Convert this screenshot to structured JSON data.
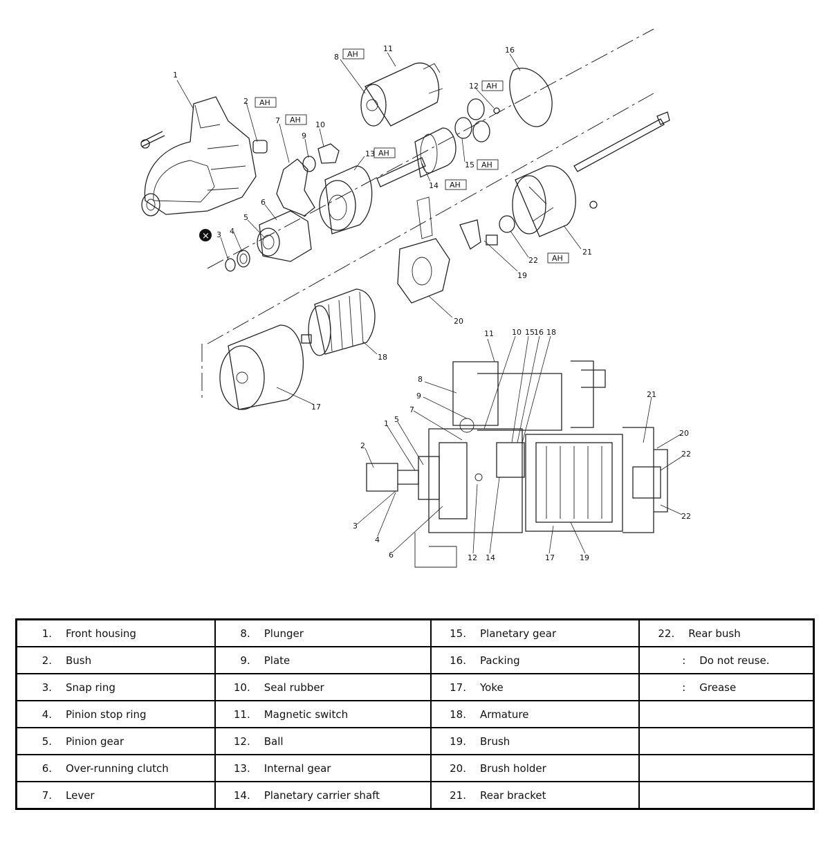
{
  "diagram": {
    "exploded_callouts": [
      "1",
      "2",
      "3",
      "4",
      "5",
      "6",
      "7",
      "8",
      "9",
      "10",
      "11",
      "12",
      "13",
      "14",
      "15",
      "16",
      "17",
      "18",
      "19",
      "20",
      "21",
      "22"
    ],
    "section_callouts": [
      "1",
      "2",
      "3",
      "4",
      "5",
      "6",
      "7",
      "8",
      "9",
      "10",
      "11",
      "12",
      "14",
      "15",
      "16",
      "17",
      "18",
      "19",
      "20",
      "21",
      "22"
    ],
    "symbol_grease": "AH",
    "symbol_no_reuse": "×"
  },
  "legend": {
    "rows": [
      [
        {
          "n": "1.",
          "t": "Front housing"
        },
        {
          "n": "8.",
          "t": "Plunger"
        },
        {
          "n": "15.",
          "t": "Planetary gear"
        },
        {
          "n": "22.",
          "t": "Rear bush"
        }
      ],
      [
        {
          "n": "2.",
          "t": "Bush"
        },
        {
          "n": "9.",
          "t": "Plate"
        },
        {
          "n": "16.",
          "t": "Packing"
        },
        {
          "s": ":",
          "t": "Do not reuse."
        }
      ],
      [
        {
          "n": "3.",
          "t": "Snap ring"
        },
        {
          "n": "10.",
          "t": "Seal rubber"
        },
        {
          "n": "17.",
          "t": "Yoke"
        },
        {
          "s": ":",
          "t": "Grease"
        }
      ],
      [
        {
          "n": "4.",
          "t": "Pinion stop ring"
        },
        {
          "n": "11.",
          "t": "Magnetic switch"
        },
        {
          "n": "18.",
          "t": "Armature"
        },
        {}
      ],
      [
        {
          "n": "5.",
          "t": "Pinion gear"
        },
        {
          "n": "12.",
          "t": "Ball"
        },
        {
          "n": "19.",
          "t": "Brush"
        },
        {}
      ],
      [
        {
          "n": "6.",
          "t": "Over-running clutch"
        },
        {
          "n": "13.",
          "t": "Internal gear"
        },
        {
          "n": "20.",
          "t": "Brush holder"
        },
        {}
      ],
      [
        {
          "n": "7.",
          "t": "Lever"
        },
        {
          "n": "14.",
          "t": "Planetary carrier shaft"
        },
        {
          "n": "21.",
          "t": "Rear bracket"
        },
        {}
      ]
    ]
  }
}
